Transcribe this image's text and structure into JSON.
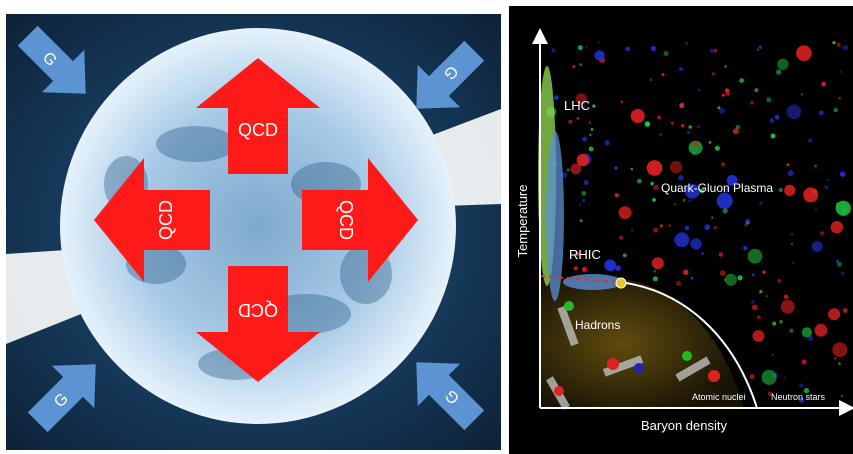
{
  "left_panel": {
    "gravity_label": "G",
    "qcd_label": "QCD",
    "colors": {
      "arrow_qcd": "#ff1a1a",
      "arrow_gravity": "#5b93d3",
      "star": "#bcd8f0"
    }
  },
  "right_panel": {
    "axes": {
      "x_label": "Baryon density",
      "y_label": "Temperature"
    },
    "labels": {
      "lhc": "LHC",
      "rhic": "RHIC",
      "qgp": "Quark-Gluon Plasma",
      "hadrons": "Hadrons",
      "nuclei": "Atomic nuclei",
      "neutron_stars": "Neutron stars"
    },
    "colors": {
      "lhc": "#8fd14f",
      "rhic": "#5b8fd6",
      "boundary": "#ffffff",
      "critical_point": "#f2c12e"
    }
  }
}
